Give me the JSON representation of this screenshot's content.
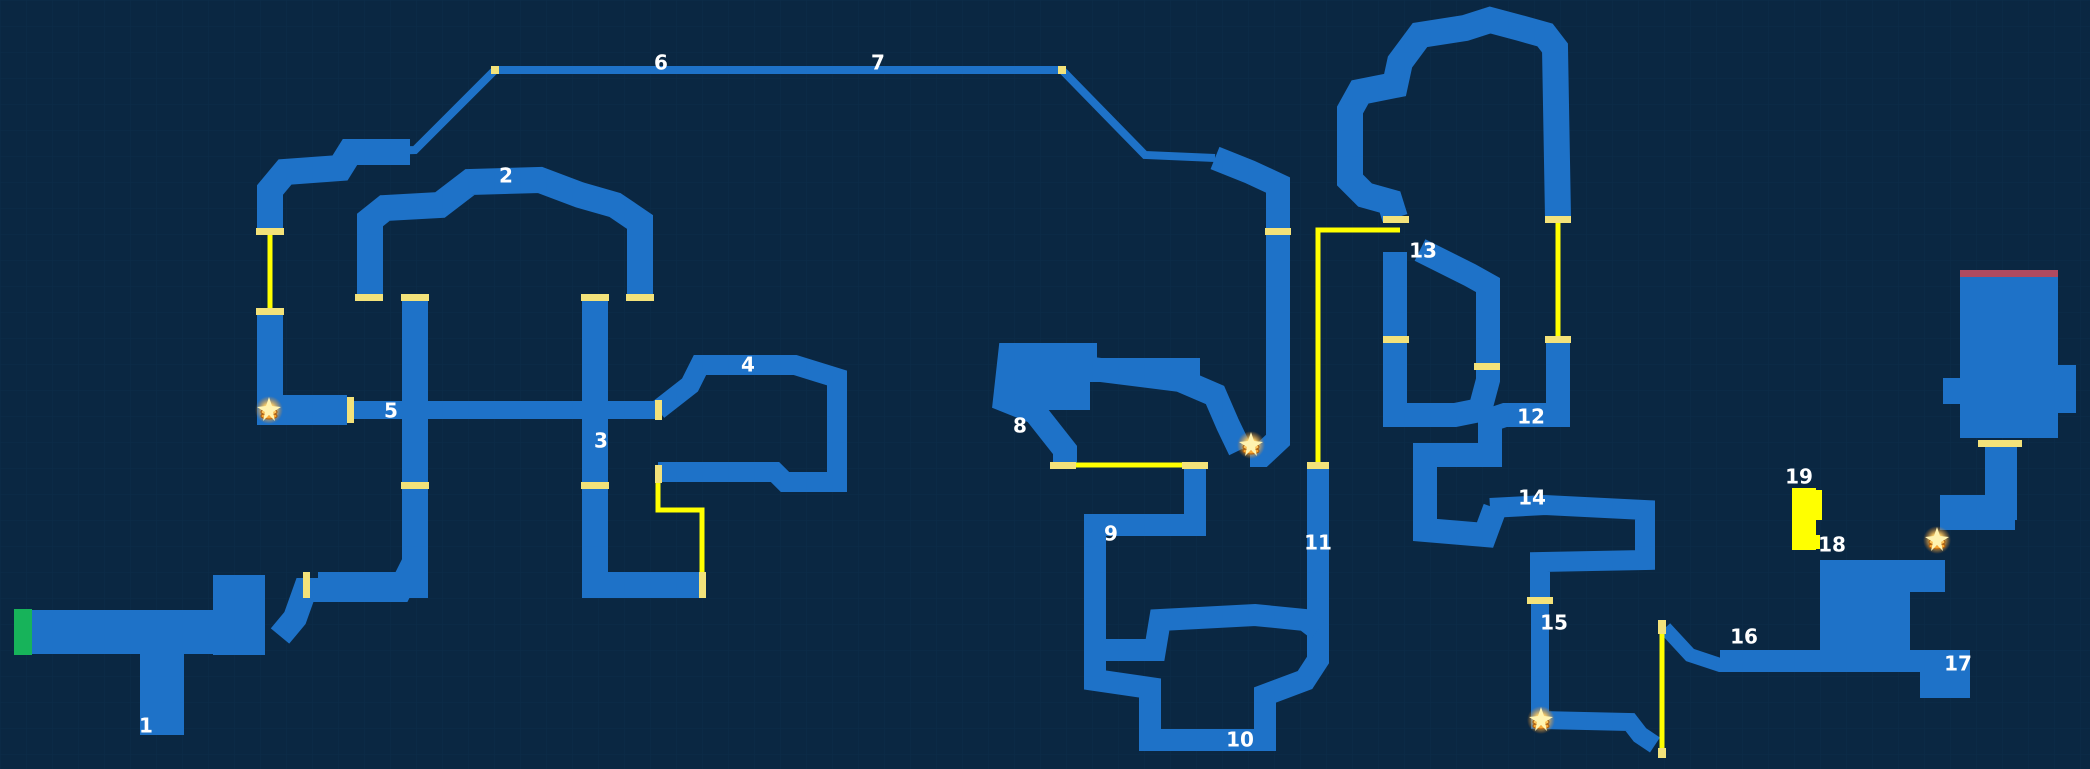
{
  "colors": {
    "background": "#0a2742",
    "grid": "#0e2f4d",
    "room_fill": "#1e72c8",
    "door": "#f3e27a",
    "connector": "#ffff00",
    "entrance": "#17b35a",
    "boss_top": "#b04a60",
    "save_icon": "#f7a531"
  },
  "icons": {
    "save_point": "sparkle-coin-icon",
    "entrance": "green-entrance-marker"
  },
  "rooms": [
    {
      "id": "room-1",
      "label": "1"
    },
    {
      "id": "room-2",
      "label": "2"
    },
    {
      "id": "room-3",
      "label": "3"
    },
    {
      "id": "room-4",
      "label": "4"
    },
    {
      "id": "room-5",
      "label": "5"
    },
    {
      "id": "room-6",
      "label": "6"
    },
    {
      "id": "room-7",
      "label": "7"
    },
    {
      "id": "room-8",
      "label": "8"
    },
    {
      "id": "room-9",
      "label": "9"
    },
    {
      "id": "room-10",
      "label": "10"
    },
    {
      "id": "room-11",
      "label": "11"
    },
    {
      "id": "room-12",
      "label": "12"
    },
    {
      "id": "room-13",
      "label": "13"
    },
    {
      "id": "room-14",
      "label": "14"
    },
    {
      "id": "room-15",
      "label": "15"
    },
    {
      "id": "room-16",
      "label": "16"
    },
    {
      "id": "room-17",
      "label": "17"
    },
    {
      "id": "room-18",
      "label": "18"
    },
    {
      "id": "room-19",
      "label": "19"
    }
  ]
}
